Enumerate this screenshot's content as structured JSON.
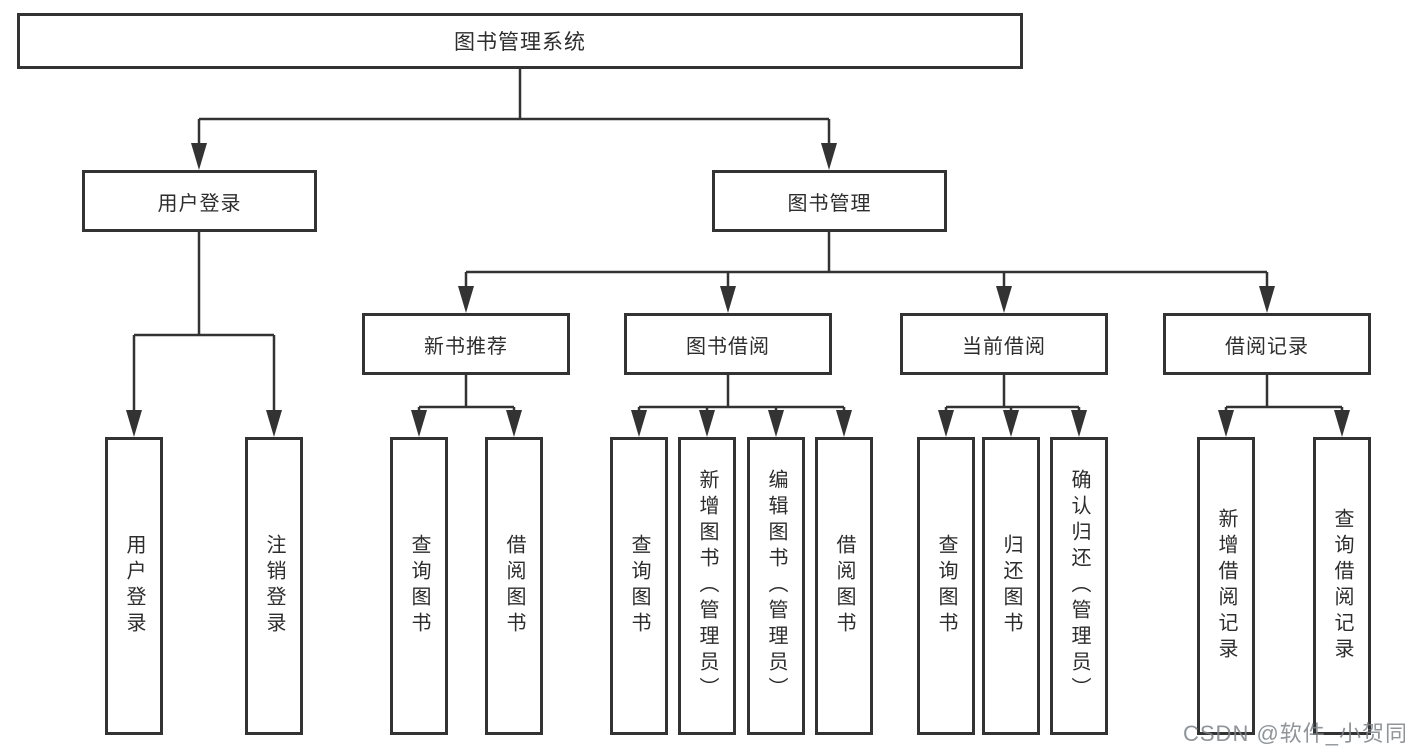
{
  "diagram": {
    "title_node": "图书管理系统",
    "root": {
      "label": "图书管理系统"
    },
    "branches": [
      {
        "label": "用户登录",
        "children": [
          {
            "label": "用户登录"
          },
          {
            "label": "注销登录"
          }
        ]
      },
      {
        "label": "图书管理",
        "sections": [
          {
            "label": "新书推荐",
            "children": [
              {
                "label": "查询图书"
              },
              {
                "label": "借阅图书"
              }
            ]
          },
          {
            "label": "图书借阅",
            "children": [
              {
                "label": "查询图书"
              },
              {
                "label": "新增图书（管理员）"
              },
              {
                "label": "编辑图书（管理员）"
              },
              {
                "label": "借阅图书"
              }
            ]
          },
          {
            "label": "当前借阅",
            "children": [
              {
                "label": "查询图书"
              },
              {
                "label": "归还图书"
              },
              {
                "label": "确认归还（管理员）"
              }
            ]
          },
          {
            "label": "借阅记录",
            "children": [
              {
                "label": "新增借阅记录"
              },
              {
                "label": "查询借阅记录"
              }
            ]
          }
        ]
      }
    ],
    "line_color": "#333333",
    "box_background": "#ffffff"
  },
  "watermark": {
    "text": "CSDN @软件_小贺同学"
  }
}
